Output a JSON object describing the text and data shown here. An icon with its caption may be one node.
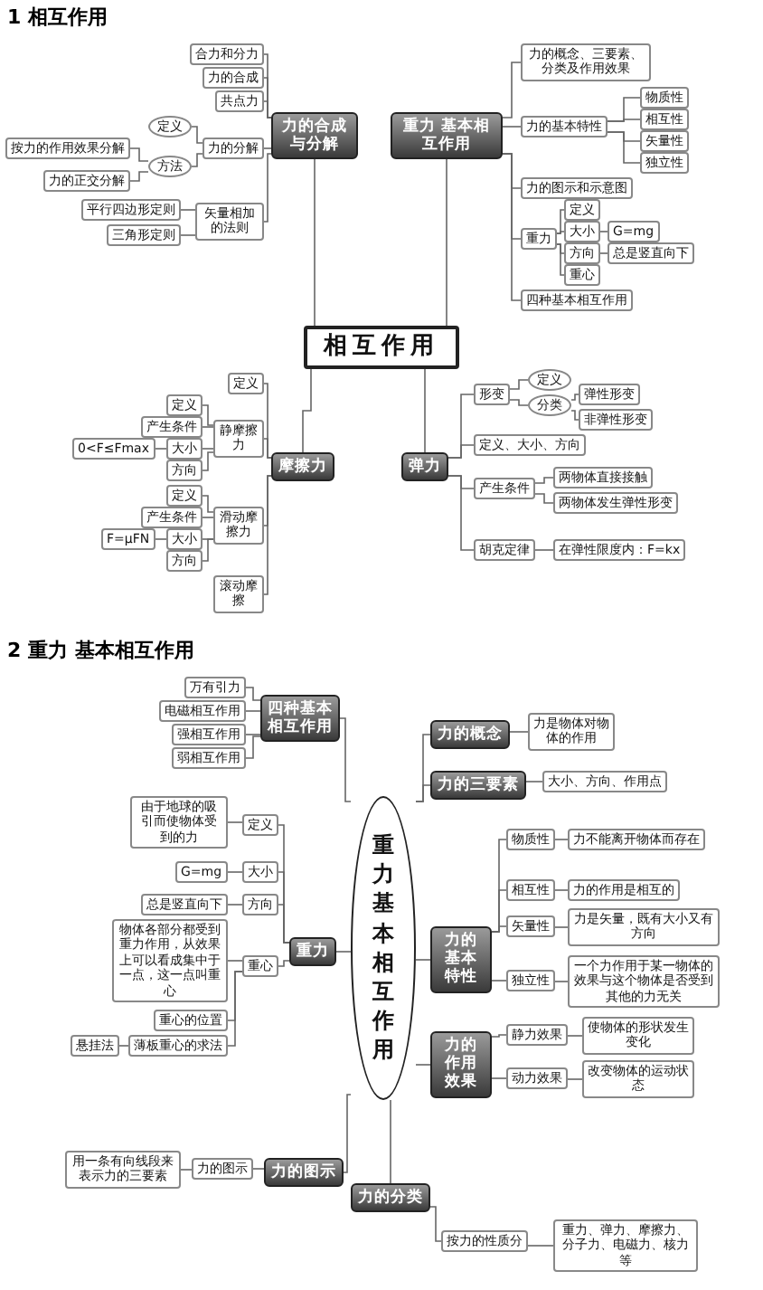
{
  "diagram": {
    "nodes": [
      {
        "text": [
          "相互作用"
        ]
      },
      {
        "text": [
          "力的合成与分解"
        ]
      },
      {
        "text": [
          "合力和分力"
        ]
      },
      {
        "text": [
          "力的合成"
        ]
      },
      {
        "text": [
          "共点力"
        ]
      },
      {
        "text": [
          "力的分解"
        ]
      },
      {
        "text": [
          "定义"
        ]
      },
      {
        "text": [
          "方法"
        ]
      },
      {
        "text": [
          "按力的作用效果分解"
        ]
      },
      {
        "text": [
          "力的正交分解"
        ]
      },
      {
        "text": [
          "矢量相加的法则"
        ]
      },
      {
        "text": [
          "平行四边形定则"
        ]
      },
      {
        "text": [
          "三角形定则"
        ]
      },
      {
        "text": [
          "摩擦力"
        ]
      },
      {
        "text": [
          "定义"
        ]
      },
      {
        "text": [
          "静摩擦力"
        ]
      },
      {
        "text": [
          "定义"
        ]
      },
      {
        "text": [
          "产生条件"
        ]
      },
      {
        "text": [
          "大小"
        ]
      },
      {
        "text": [
          "0<F≤Fmax"
        ]
      },
      {
        "text": [
          "方向"
        ]
      },
      {
        "text": [
          "滑动摩擦力"
        ]
      },
      {
        "text": [
          "定义"
        ]
      },
      {
        "text": [
          "产生条件"
        ]
      },
      {
        "text": [
          "大小"
        ]
      },
      {
        "text": [
          "F=μFN"
        ]
      },
      {
        "text": [
          "方向"
        ]
      },
      {
        "text": [
          "滚动摩擦"
        ]
      },
      {
        "text": [
          "重力 基本相互作用"
        ]
      },
      {
        "text": [
          "力的概念、三要素、分类及作用效果"
        ]
      },
      {
        "text": [
          "力的基本特性"
        ]
      },
      {
        "text": [
          "物质性"
        ]
      },
      {
        "text": [
          "相互性"
        ]
      },
      {
        "text": [
          "矢量性"
        ]
      },
      {
        "text": [
          "独立性"
        ]
      },
      {
        "text": [
          "力的图示和示意图"
        ]
      },
      {
        "text": [
          "重力"
        ]
      },
      {
        "text": [
          "定义"
        ]
      },
      {
        "text": [
          "大小"
        ]
      },
      {
        "text": [
          "G=mg"
        ]
      },
      {
        "text": [
          "方向"
        ]
      },
      {
        "text": [
          "总是竖直向下"
        ]
      },
      {
        "text": [
          "重心"
        ]
      },
      {
        "text": [
          "四种基本相互作用"
        ]
      },
      {
        "text": [
          "弹力"
        ]
      },
      {
        "text": [
          "形变"
        ]
      },
      {
        "text": [
          "定义"
        ]
      },
      {
        "text": [
          "分类"
        ]
      },
      {
        "text": [
          "弹性形变"
        ]
      },
      {
        "text": [
          "非弹性形变"
        ]
      },
      {
        "text": [
          "定义、大小、方向"
        ]
      },
      {
        "text": [
          "产生条件"
        ]
      },
      {
        "text": [
          "两物体直接接触"
        ]
      },
      {
        "text": [
          "两物体发生弹性形变"
        ]
      },
      {
        "text": [
          "胡克定律"
        ]
      },
      {
        "text": [
          "在弹性限度内：F=kx"
        ]
      },
      {
        "text": [
          "重力",
          "基本相互作用"
        ]
      },
      {
        "text": [
          "四种基本相互作用"
        ]
      },
      {
        "text": [
          "万有引力"
        ]
      },
      {
        "text": [
          "电磁相互作用"
        ]
      },
      {
        "text": [
          "强相互作用"
        ]
      },
      {
        "text": [
          "弱相互作用"
        ]
      },
      {
        "text": [
          "力的概念"
        ]
      },
      {
        "text": [
          "力是物体对物体的作用"
        ]
      },
      {
        "text": [
          "力的三要素"
        ]
      },
      {
        "text": [
          "大小、方向、作用点"
        ]
      },
      {
        "text": [
          "重力"
        ]
      },
      {
        "text": [
          "定义"
        ]
      },
      {
        "text": [
          "由于地球的吸引而使物体受到的力"
        ]
      },
      {
        "text": [
          "大小"
        ]
      },
      {
        "text": [
          "G=mg"
        ]
      },
      {
        "text": [
          "方向"
        ]
      },
      {
        "text": [
          "总是竖直向下"
        ]
      },
      {
        "text": [
          "重心"
        ]
      },
      {
        "text": [
          "物体各部分都受到重力作用，从效果上可以看成集中于一点，这一点叫重心"
        ]
      },
      {
        "text": [
          "重心的位置"
        ]
      },
      {
        "text": [
          "薄板重心的求法"
        ]
      },
      {
        "text": [
          "悬挂法"
        ]
      },
      {
        "text": [
          "力的基本特性"
        ]
      },
      {
        "text": [
          "物质性"
        ]
      },
      {
        "text": [
          "力不能离开物体而存在"
        ]
      },
      {
        "text": [
          "相互性"
        ]
      },
      {
        "text": [
          "力的作用是相互的"
        ]
      },
      {
        "text": [
          "矢量性"
        ]
      },
      {
        "text": [
          "力是矢量，既有大小又有方向"
        ]
      },
      {
        "text": [
          "独立性"
        ]
      },
      {
        "text": [
          "一个力作用于某一物体的效果与这个物体是否受到其他的力无关"
        ]
      },
      {
        "text": [
          "力的作用效果"
        ]
      },
      {
        "text": [
          "静力效果"
        ]
      },
      {
        "text": [
          "使物体的形状发生变化"
        ]
      },
      {
        "text": [
          "动力效果"
        ]
      },
      {
        "text": [
          "改变物体的运动状态"
        ]
      },
      {
        "text": [
          "力的图示"
        ]
      },
      {
        "text": [
          "力的图示"
        ]
      },
      {
        "text": [
          "用一条有向线段来表示力的三要素"
        ]
      },
      {
        "text": [
          "力的分类"
        ]
      },
      {
        "text": [
          "按力的性质分"
        ]
      },
      {
        "text": [
          "重力、弹力、摩擦力、分子力、电磁力、核力等"
        ]
      }
    ],
    "edges": [
      {
        "from": 0,
        "to": 1,
        "arrow": "none"
      },
      {
        "from": 1,
        "to": 2,
        "arrow": "none"
      },
      {
        "from": 1,
        "to": 3,
        "arrow": "none"
      },
      {
        "from": 1,
        "to": 4,
        "arrow": "none"
      },
      {
        "from": 1,
        "to": 5,
        "arrow": "none"
      },
      {
        "from": 5,
        "to": 6,
        "arrow": "none"
      },
      {
        "from": 5,
        "to": 7,
        "arrow": "none"
      },
      {
        "from": 7,
        "to": 8,
        "arrow": "none"
      },
      {
        "from": 7,
        "to": 9,
        "arrow": "none"
      },
      {
        "from": 1,
        "to": 10,
        "arrow": "none"
      },
      {
        "from": 10,
        "to": 11,
        "arrow": "none"
      },
      {
        "from": 10,
        "to": 12,
        "arrow": "none"
      },
      {
        "from": 0,
        "to": 13,
        "arrow": "none"
      },
      {
        "from": 13,
        "to": 14,
        "arrow": "none"
      },
      {
        "from": 13,
        "to": 15,
        "arrow": "none"
      },
      {
        "from": 15,
        "to": 16,
        "arrow": "none"
      },
      {
        "from": 15,
        "to": 17,
        "arrow": "none"
      },
      {
        "from": 15,
        "to": 18,
        "arrow": "none"
      },
      {
        "from": 18,
        "to": 19,
        "arrow": "none"
      },
      {
        "from": 15,
        "to": 20,
        "arrow": "none"
      },
      {
        "from": 13,
        "to": 21,
        "arrow": "none"
      },
      {
        "from": 21,
        "to": 22,
        "arrow": "none"
      },
      {
        "from": 21,
        "to": 23,
        "arrow": "none"
      },
      {
        "from": 21,
        "to": 24,
        "arrow": "none"
      },
      {
        "from": 24,
        "to": 25,
        "arrow": "none"
      },
      {
        "from": 21,
        "to": 26,
        "arrow": "none"
      },
      {
        "from": 13,
        "to": 27,
        "arrow": "none"
      },
      {
        "from": 0,
        "to": 28,
        "arrow": "none"
      },
      {
        "from": 28,
        "to": 29,
        "arrow": "none"
      },
      {
        "from": 28,
        "to": 30,
        "arrow": "none"
      },
      {
        "from": 30,
        "to": 31,
        "arrow": "none"
      },
      {
        "from": 30,
        "to": 32,
        "arrow": "none"
      },
      {
        "from": 30,
        "to": 33,
        "arrow": "none"
      },
      {
        "from": 30,
        "to": 34,
        "arrow": "none"
      },
      {
        "from": 28,
        "to": 35,
        "arrow": "none"
      },
      {
        "from": 28,
        "to": 36,
        "arrow": "none"
      },
      {
        "from": 36,
        "to": 37,
        "arrow": "none"
      },
      {
        "from": 36,
        "to": 38,
        "arrow": "none"
      },
      {
        "from": 38,
        "to": 39,
        "arrow": "none"
      },
      {
        "from": 36,
        "to": 40,
        "arrow": "none"
      },
      {
        "from": 40,
        "to": 41,
        "arrow": "none"
      },
      {
        "from": 36,
        "to": 42,
        "arrow": "none"
      },
      {
        "from": 28,
        "to": 43,
        "arrow": "none"
      },
      {
        "from": 0,
        "to": 44,
        "arrow": "none"
      },
      {
        "from": 44,
        "to": 45,
        "arrow": "none"
      },
      {
        "from": 45,
        "to": 46,
        "arrow": "none"
      },
      {
        "from": 45,
        "to": 47,
        "arrow": "none"
      },
      {
        "from": 47,
        "to": 48,
        "arrow": "none"
      },
      {
        "from": 47,
        "to": 49,
        "arrow": "none"
      },
      {
        "from": 44,
        "to": 50,
        "arrow": "none"
      },
      {
        "from": 44,
        "to": 51,
        "arrow": "none"
      },
      {
        "from": 51,
        "to": 52,
        "arrow": "none"
      },
      {
        "from": 51,
        "to": 53,
        "arrow": "none"
      },
      {
        "from": 44,
        "to": 54,
        "arrow": "none"
      },
      {
        "from": 54,
        "to": 55,
        "arrow": "none"
      },
      {
        "from": 56,
        "to": 57,
        "arrow": "none"
      },
      {
        "from": 57,
        "to": 58,
        "arrow": "none"
      },
      {
        "from": 57,
        "to": 59,
        "arrow": "none"
      },
      {
        "from": 57,
        "to": 60,
        "arrow": "none"
      },
      {
        "from": 57,
        "to": 61,
        "arrow": "none"
      },
      {
        "from": 56,
        "to": 62,
        "arrow": "none"
      },
      {
        "from": 62,
        "to": 63,
        "arrow": "none"
      },
      {
        "from": 56,
        "to": 64,
        "arrow": "none"
      },
      {
        "from": 64,
        "to": 65,
        "arrow": "none"
      },
      {
        "from": 56,
        "to": 66,
        "arrow": "none"
      },
      {
        "from": 66,
        "to": 67,
        "arrow": "none"
      },
      {
        "from": 67,
        "to": 68,
        "arrow": "none"
      },
      {
        "from": 66,
        "to": 69,
        "arrow": "none"
      },
      {
        "from": 69,
        "to": 70,
        "arrow": "none"
      },
      {
        "from": 66,
        "to": 71,
        "arrow": "none"
      },
      {
        "from": 71,
        "to": 72,
        "arrow": "none"
      },
      {
        "from": 66,
        "to": 73,
        "arrow": "none"
      },
      {
        "from": 73,
        "to": 74,
        "arrow": "none"
      },
      {
        "from": 73,
        "to": 75,
        "arrow": "none"
      },
      {
        "from": 73,
        "to": 76,
        "arrow": "none"
      },
      {
        "from": 76,
        "to": 77,
        "arrow": "none"
      },
      {
        "from": 56,
        "to": 78,
        "arrow": "none"
      },
      {
        "from": 78,
        "to": 79,
        "arrow": "none"
      },
      {
        "from": 79,
        "to": 80,
        "arrow": "none"
      },
      {
        "from": 78,
        "to": 81,
        "arrow": "none"
      },
      {
        "from": 81,
        "to": 82,
        "arrow": "none"
      },
      {
        "from": 78,
        "to": 83,
        "arrow": "none"
      },
      {
        "from": 83,
        "to": 84,
        "arrow": "none"
      },
      {
        "from": 78,
        "to": 85,
        "arrow": "none"
      },
      {
        "from": 85,
        "to": 86,
        "arrow": "none"
      },
      {
        "from": 56,
        "to": 87,
        "arrow": "none"
      },
      {
        "from": 87,
        "to": 88,
        "arrow": "none"
      },
      {
        "from": 88,
        "to": 89,
        "arrow": "none"
      },
      {
        "from": 87,
        "to": 90,
        "arrow": "none"
      },
      {
        "from": 90,
        "to": 91,
        "arrow": "none"
      },
      {
        "from": 56,
        "to": 92,
        "arrow": "none"
      },
      {
        "from": 92,
        "to": 93,
        "arrow": "none"
      },
      {
        "from": 93,
        "to": 94,
        "arrow": "none"
      },
      {
        "from": 56,
        "to": 95,
        "arrow": "none"
      },
      {
        "from": 95,
        "to": 96,
        "arrow": "none"
      },
      {
        "from": 96,
        "to": 97,
        "arrow": "none"
      }
    ],
    "labels": [
      "1 相互作用",
      "2 重力 基本相互作用"
    ]
  }
}
